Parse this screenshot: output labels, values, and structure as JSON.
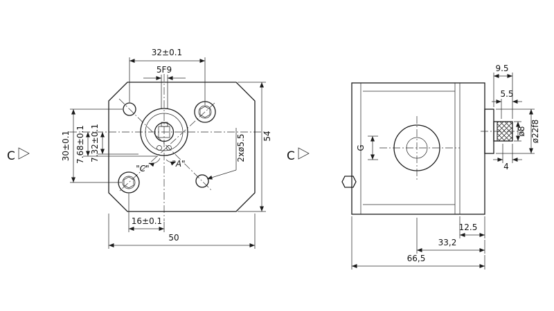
{
  "front_view": {
    "section_label": "C",
    "dims": {
      "top_width": "32±0.1",
      "keyway": "5F9",
      "bolt_spacing_vertical": "30±0.1",
      "offset_upper": "7.68±0.1",
      "offset_lower": "7.32±0.1",
      "overall_height": "54",
      "holes_note": "2xø5.5",
      "bottom_offset": "16±0.1",
      "overall_width": "50"
    },
    "labels": {
      "port_a": "\"A\"",
      "port_c": "\"C\""
    }
  },
  "side_view": {
    "section_label": "C",
    "dims": {
      "shaft_protrusion": "9.5",
      "key_length": "5.5",
      "shaft_diameter": "ø8",
      "pilot_diameter": "ø22f8",
      "key_offset": "4",
      "flange_thickness": "12.5",
      "center_to_face": "33,2",
      "overall_length": "66,5"
    },
    "labels": {
      "port": "G"
    }
  }
}
